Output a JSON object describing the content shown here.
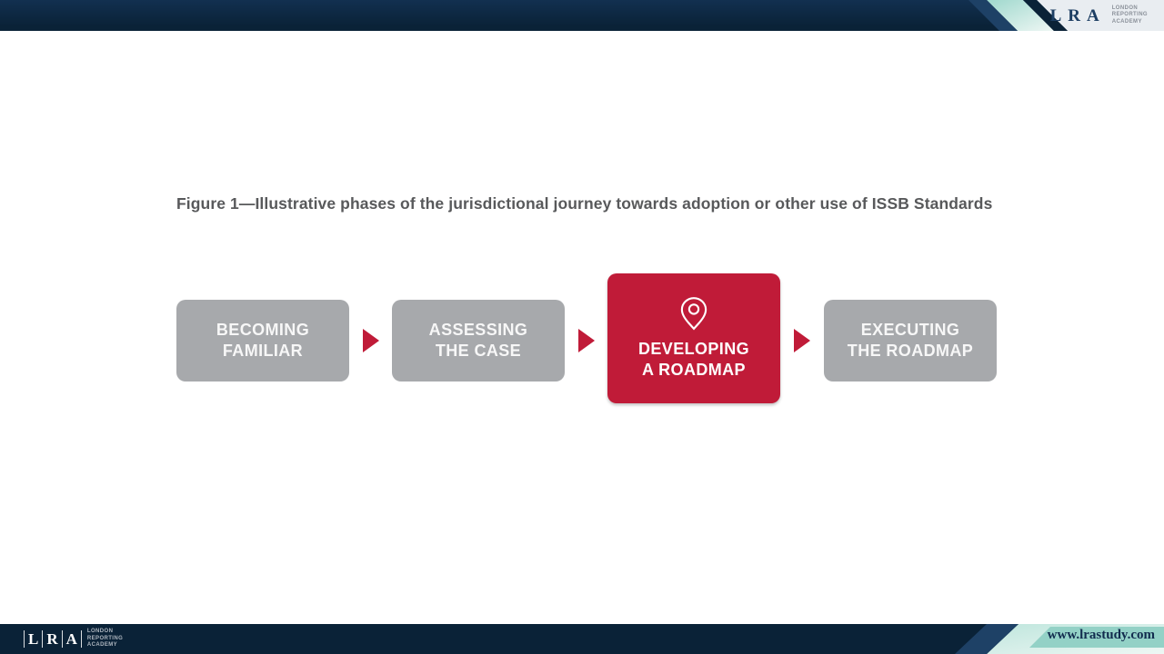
{
  "colors": {
    "navy": "#0a2237",
    "navy_light_stripe": "#1e4166",
    "mint": "#a3dacf",
    "mint_light": "#e9f6f2",
    "accent_red": "#c01b38",
    "gray_box": "#a7a9ac",
    "title_gray": "#58595b",
    "logo_area_bg": "#e9edf1"
  },
  "header": {
    "logo": {
      "acronym": "LRA",
      "name_lines": "LONDON\nREPORTING\nACADEMY"
    }
  },
  "figure": {
    "title": "Figure 1—Illustrative phases of the jurisdictional journey towards adoption or other use of ISSB Standards",
    "phases": [
      {
        "label": "BECOMING\nFAMILIAR",
        "highlighted": false
      },
      {
        "label": "ASSESSING\nTHE CASE",
        "highlighted": false
      },
      {
        "label": "DEVELOPING\nA ROADMAP",
        "highlighted": true,
        "icon": "map-pin-icon"
      },
      {
        "label": "EXECUTING\nTHE ROADMAP",
        "highlighted": false
      }
    ]
  },
  "footer": {
    "logo": {
      "letters": [
        "L",
        "R",
        "A"
      ],
      "name_lines": "LONDON\nREPORTING\nACADEMY"
    },
    "website": "www.lrastudy.com"
  }
}
